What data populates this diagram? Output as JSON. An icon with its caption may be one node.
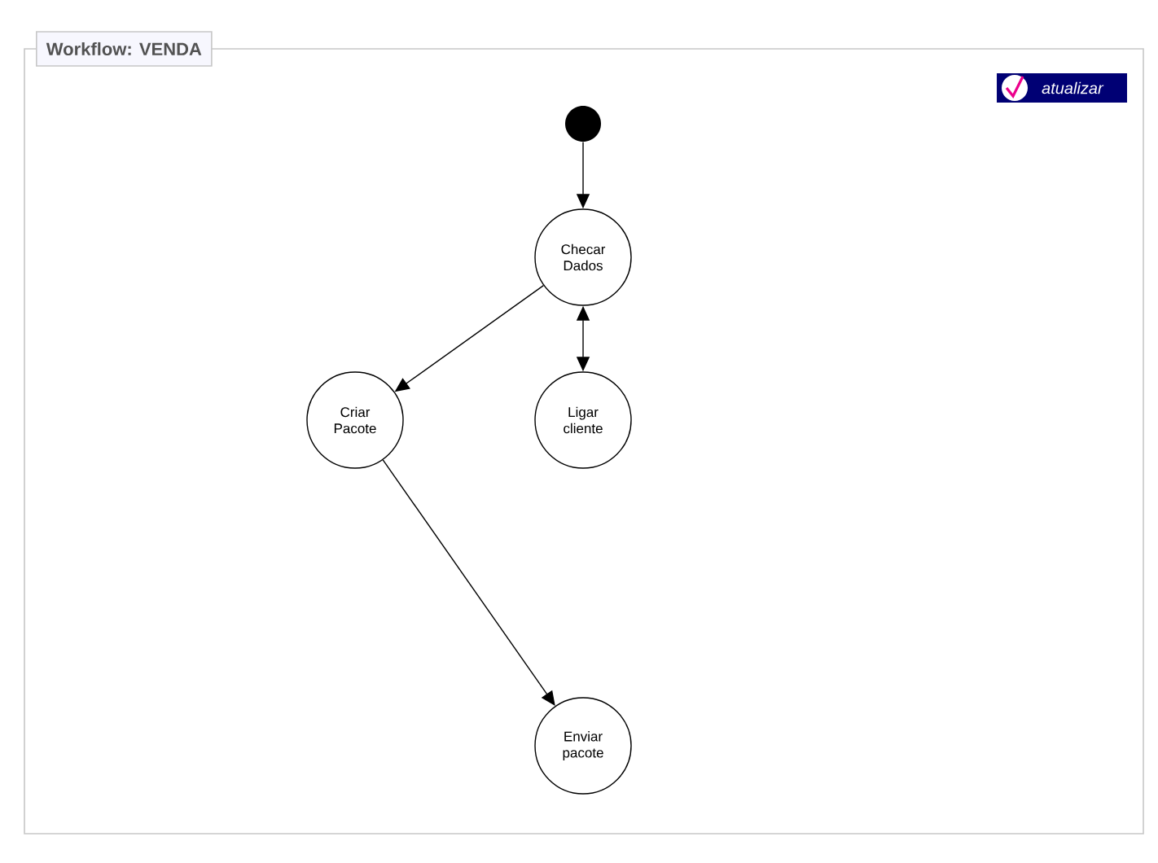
{
  "diagram": {
    "title": "Workflow: VENDA",
    "nodes": [
      {
        "text": [],
        "shape": "circle"
      },
      {
        "text": [
          "Checar Dados"
        ]
      },
      {
        "text": [
          "Criar Pacote"
        ]
      },
      {
        "text": [
          "Ligar cliente"
        ]
      },
      {
        "text": [
          "Enviar pacote"
        ]
      }
    ],
    "edges": [
      {
        "from": 0,
        "to": 1,
        "arrow": "to"
      },
      {
        "from": 1,
        "to": 3,
        "arrow": "both"
      },
      {
        "from": 1,
        "to": 2,
        "arrow": "to"
      },
      {
        "from": 2,
        "to": 4,
        "arrow": "to"
      }
    ],
    "labels": [
      "atualizar"
    ]
  }
}
